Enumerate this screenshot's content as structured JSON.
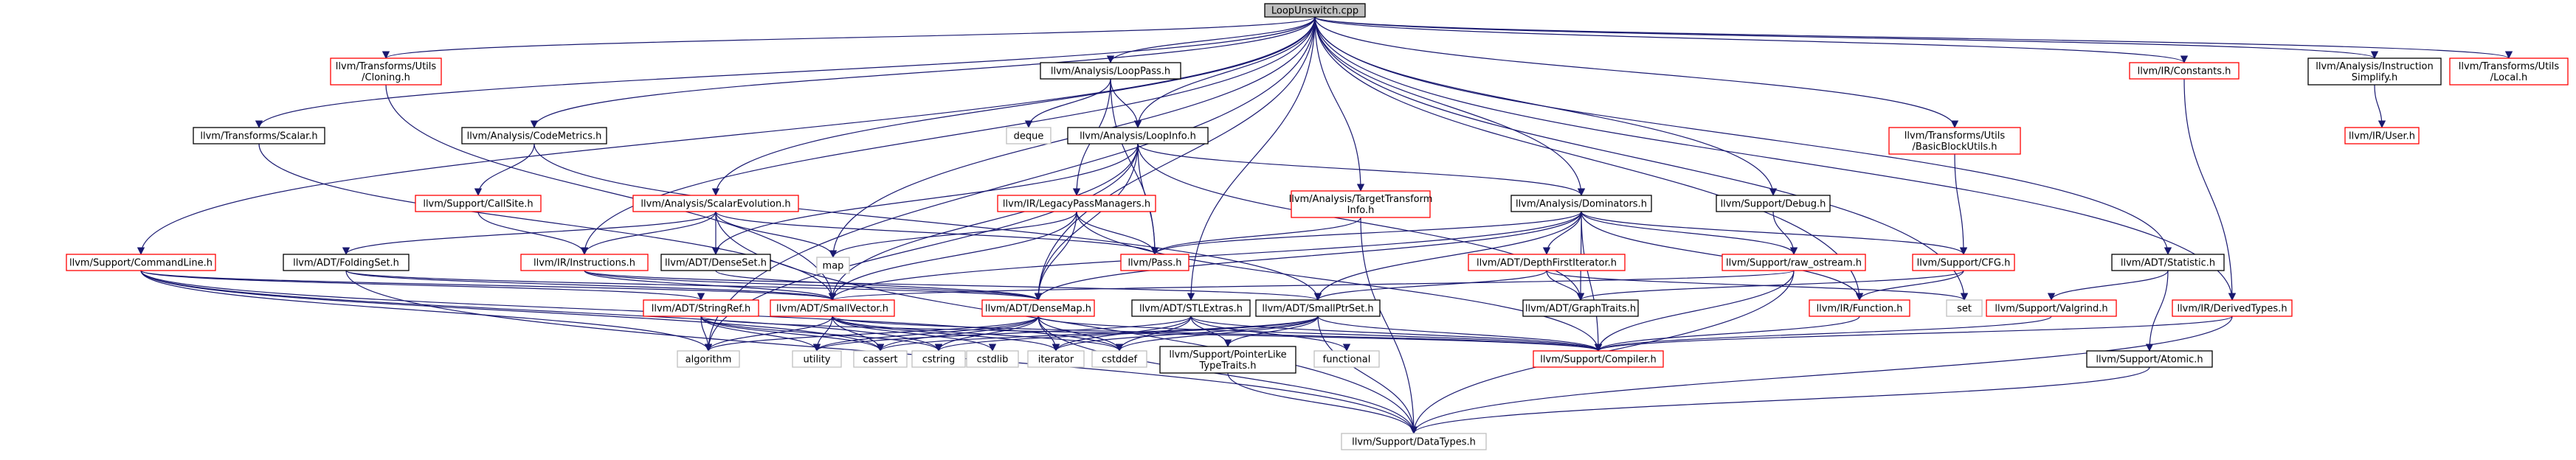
{
  "diagram": {
    "type": "include-dependency-graph",
    "colors": {
      "edge": "#191970",
      "root_fill": "#bfbfbf",
      "node_fill": "#ffffff",
      "border_default": "#000000",
      "border_red": "#ff0000",
      "border_gray": "#bfbfbf"
    },
    "nodes": [
      {
        "id": "n0",
        "lines": [
          "LoopUnswitch.cpp"
        ],
        "style": "root"
      },
      {
        "id": "n1",
        "lines": [
          "llvm/Transforms/Utils",
          "/Cloning.h"
        ],
        "style": "red"
      },
      {
        "id": "n2",
        "lines": [
          "llvm/Analysis/LoopPass.h"
        ],
        "style": "black"
      },
      {
        "id": "n3",
        "lines": [
          "llvm/IR/Constants.h"
        ],
        "style": "red"
      },
      {
        "id": "n4",
        "lines": [
          "llvm/Analysis/Instruction",
          "Simplify.h"
        ],
        "style": "black"
      },
      {
        "id": "n5",
        "lines": [
          "llvm/Transforms/Utils",
          "/Local.h"
        ],
        "style": "red"
      },
      {
        "id": "n6",
        "lines": [
          "llvm/Transforms/Scalar.h"
        ],
        "style": "black"
      },
      {
        "id": "n7",
        "lines": [
          "llvm/Analysis/CodeMetrics.h"
        ],
        "style": "black"
      },
      {
        "id": "n8",
        "lines": [
          "deque"
        ],
        "style": "gray"
      },
      {
        "id": "n9",
        "lines": [
          "llvm/Analysis/LoopInfo.h"
        ],
        "style": "black"
      },
      {
        "id": "n10",
        "lines": [
          "llvm/Transforms/Utils",
          "/BasicBlockUtils.h"
        ],
        "style": "red"
      },
      {
        "id": "n11",
        "lines": [
          "llvm/IR/User.h"
        ],
        "style": "red"
      },
      {
        "id": "n12",
        "lines": [
          "llvm/Support/CallSite.h"
        ],
        "style": "red"
      },
      {
        "id": "n13",
        "lines": [
          "llvm/IR/LegacyPassManagers.h"
        ],
        "style": "red"
      },
      {
        "id": "n14",
        "lines": [
          "llvm/Analysis/TargetTransform",
          "Info.h"
        ],
        "style": "red"
      },
      {
        "id": "n15",
        "lines": [
          "llvm/Support/Debug.h"
        ],
        "style": "black"
      },
      {
        "id": "n16",
        "lines": [
          "llvm/Analysis/ScalarEvolution.h"
        ],
        "style": "red"
      },
      {
        "id": "n17",
        "lines": [
          "llvm/Analysis/Dominators.h"
        ],
        "style": "black"
      },
      {
        "id": "n18",
        "lines": [
          "llvm/ADT/FoldingSet.h"
        ],
        "style": "black"
      },
      {
        "id": "n19",
        "lines": [
          "llvm/IR/Instructions.h"
        ],
        "style": "red"
      },
      {
        "id": "n20",
        "lines": [
          "llvm/ADT/DenseSet.h"
        ],
        "style": "black"
      },
      {
        "id": "n21",
        "lines": [
          "map"
        ],
        "style": "gray"
      },
      {
        "id": "n22",
        "lines": [
          "llvm/Pass.h"
        ],
        "style": "red"
      },
      {
        "id": "n23",
        "lines": [
          "llvm/ADT/DepthFirstIterator.h"
        ],
        "style": "red"
      },
      {
        "id": "n24",
        "lines": [
          "llvm/Support/raw_ostream.h"
        ],
        "style": "red"
      },
      {
        "id": "n25",
        "lines": [
          "llvm/Support/CFG.h"
        ],
        "style": "red"
      },
      {
        "id": "n26",
        "lines": [
          "llvm/ADT/Statistic.h"
        ],
        "style": "black"
      },
      {
        "id": "n27",
        "lines": [
          "llvm/Support/CommandLine.h"
        ],
        "style": "red"
      },
      {
        "id": "n28",
        "lines": [
          "llvm/ADT/SmallPtrSet.h"
        ],
        "style": "black"
      },
      {
        "id": "n29",
        "lines": [
          "llvm/ADT/GraphTraits.h"
        ],
        "style": "black"
      },
      {
        "id": "n30",
        "lines": [
          "llvm/IR/Function.h"
        ],
        "style": "red"
      },
      {
        "id": "n31",
        "lines": [
          "set"
        ],
        "style": "gray"
      },
      {
        "id": "n32",
        "lines": [
          "llvm/Support/Valgrind.h"
        ],
        "style": "red"
      },
      {
        "id": "n33",
        "lines": [
          "llvm/IR/DerivedTypes.h"
        ],
        "style": "red"
      },
      {
        "id": "n34",
        "lines": [
          "llvm/ADT/StringRef.h"
        ],
        "style": "red"
      },
      {
        "id": "n35",
        "lines": [
          "llvm/ADT/SmallVector.h"
        ],
        "style": "red"
      },
      {
        "id": "n36",
        "lines": [
          "llvm/ADT/DenseMap.h"
        ],
        "style": "red"
      },
      {
        "id": "n37",
        "lines": [
          "llvm/ADT/STLExtras.h"
        ],
        "style": "black"
      },
      {
        "id": "n38",
        "lines": [
          "algorithm"
        ],
        "style": "gray"
      },
      {
        "id": "n39",
        "lines": [
          "utility"
        ],
        "style": "gray"
      },
      {
        "id": "n40",
        "lines": [
          "cassert"
        ],
        "style": "gray"
      },
      {
        "id": "n41",
        "lines": [
          "cstring"
        ],
        "style": "gray"
      },
      {
        "id": "n42",
        "lines": [
          "cstdlib"
        ],
        "style": "gray"
      },
      {
        "id": "n43",
        "lines": [
          "iterator"
        ],
        "style": "gray"
      },
      {
        "id": "n44",
        "lines": [
          "cstddef"
        ],
        "style": "gray"
      },
      {
        "id": "n45",
        "lines": [
          "llvm/Support/PointerLike",
          "TypeTraits.h"
        ],
        "style": "black"
      },
      {
        "id": "n46",
        "lines": [
          "functional"
        ],
        "style": "gray"
      },
      {
        "id": "n47",
        "lines": [
          "llvm/Support/Compiler.h"
        ],
        "style": "red"
      },
      {
        "id": "n48",
        "lines": [
          "llvm/Support/Atomic.h"
        ],
        "style": "black"
      },
      {
        "id": "n49",
        "lines": [
          "llvm/Support/DataTypes.h"
        ],
        "style": "gray"
      }
    ],
    "edges": [
      [
        "n0",
        "n1"
      ],
      [
        "n0",
        "n2"
      ],
      [
        "n0",
        "n3"
      ],
      [
        "n0",
        "n4"
      ],
      [
        "n0",
        "n5"
      ],
      [
        "n0",
        "n6"
      ],
      [
        "n0",
        "n7"
      ],
      [
        "n0",
        "n9"
      ],
      [
        "n0",
        "n10"
      ],
      [
        "n0",
        "n14"
      ],
      [
        "n0",
        "n15"
      ],
      [
        "n0",
        "n16"
      ],
      [
        "n0",
        "n17"
      ],
      [
        "n0",
        "n19"
      ],
      [
        "n0",
        "n26"
      ],
      [
        "n0",
        "n27"
      ],
      [
        "n0",
        "n30"
      ],
      [
        "n0",
        "n33"
      ],
      [
        "n0",
        "n21"
      ],
      [
        "n0",
        "n31"
      ],
      [
        "n0",
        "n38"
      ],
      [
        "n0",
        "n36"
      ],
      [
        "n0",
        "n37"
      ],
      [
        "n1",
        "n35"
      ],
      [
        "n2",
        "n8"
      ],
      [
        "n2",
        "n9"
      ],
      [
        "n2",
        "n13"
      ],
      [
        "n2",
        "n22"
      ],
      [
        "n3",
        "n33"
      ],
      [
        "n4",
        "n11"
      ],
      [
        "n6",
        "n35"
      ],
      [
        "n7",
        "n12"
      ],
      [
        "n7",
        "n28"
      ],
      [
        "n9",
        "n17"
      ],
      [
        "n9",
        "n20"
      ],
      [
        "n9",
        "n22"
      ],
      [
        "n9",
        "n29"
      ],
      [
        "n9",
        "n35"
      ],
      [
        "n9",
        "n36"
      ],
      [
        "n9",
        "n38"
      ],
      [
        "n10",
        "n25"
      ],
      [
        "n12",
        "n19"
      ],
      [
        "n13",
        "n21"
      ],
      [
        "n13",
        "n22"
      ],
      [
        "n13",
        "n36"
      ],
      [
        "n13",
        "n35"
      ],
      [
        "n13",
        "n47"
      ],
      [
        "n14",
        "n22"
      ],
      [
        "n14",
        "n49"
      ],
      [
        "n15",
        "n24"
      ],
      [
        "n16",
        "n18"
      ],
      [
        "n16",
        "n19"
      ],
      [
        "n16",
        "n20"
      ],
      [
        "n16",
        "n21"
      ],
      [
        "n16",
        "n22"
      ],
      [
        "n16",
        "n49"
      ],
      [
        "n17",
        "n22"
      ],
      [
        "n17",
        "n23"
      ],
      [
        "n17",
        "n24"
      ],
      [
        "n17",
        "n25"
      ],
      [
        "n17",
        "n29"
      ],
      [
        "n17",
        "n30"
      ],
      [
        "n17",
        "n28"
      ],
      [
        "n17",
        "n35"
      ],
      [
        "n17",
        "n36"
      ],
      [
        "n17",
        "n47"
      ],
      [
        "n18",
        "n35"
      ],
      [
        "n18",
        "n36"
      ],
      [
        "n18",
        "n49"
      ],
      [
        "n19",
        "n28"
      ],
      [
        "n19",
        "n35"
      ],
      [
        "n19",
        "n36"
      ],
      [
        "n20",
        "n36"
      ],
      [
        "n23",
        "n28"
      ],
      [
        "n23",
        "n29"
      ],
      [
        "n23",
        "n31"
      ],
      [
        "n24",
        "n35"
      ],
      [
        "n24",
        "n47"
      ],
      [
        "n24",
        "n49"
      ],
      [
        "n25",
        "n29"
      ],
      [
        "n25",
        "n30"
      ],
      [
        "n26",
        "n32"
      ],
      [
        "n26",
        "n48"
      ],
      [
        "n27",
        "n34"
      ],
      [
        "n27",
        "n35"
      ],
      [
        "n27",
        "n38"
      ],
      [
        "n27",
        "n40"
      ],
      [
        "n27",
        "n41"
      ],
      [
        "n27",
        "n44"
      ],
      [
        "n28",
        "n40"
      ],
      [
        "n28",
        "n41"
      ],
      [
        "n28",
        "n43"
      ],
      [
        "n28",
        "n44"
      ],
      [
        "n28",
        "n45"
      ],
      [
        "n28",
        "n47"
      ],
      [
        "n28",
        "n49"
      ],
      [
        "n30",
        "n47"
      ],
      [
        "n32",
        "n47"
      ],
      [
        "n33",
        "n47"
      ],
      [
        "n33",
        "n49"
      ],
      [
        "n34",
        "n38"
      ],
      [
        "n34",
        "n39"
      ],
      [
        "n34",
        "n40"
      ],
      [
        "n34",
        "n41"
      ],
      [
        "n34",
        "n47"
      ],
      [
        "n35",
        "n38"
      ],
      [
        "n35",
        "n39"
      ],
      [
        "n35",
        "n40"
      ],
      [
        "n35",
        "n42"
      ],
      [
        "n35",
        "n43"
      ],
      [
        "n35",
        "n44"
      ],
      [
        "n35",
        "n47"
      ],
      [
        "n36",
        "n38"
      ],
      [
        "n36",
        "n39"
      ],
      [
        "n36",
        "n40"
      ],
      [
        "n36",
        "n41"
      ],
      [
        "n36",
        "n43"
      ],
      [
        "n36",
        "n44"
      ],
      [
        "n36",
        "n47"
      ],
      [
        "n36",
        "n49"
      ],
      [
        "n37",
        "n39"
      ],
      [
        "n37",
        "n43"
      ],
      [
        "n37",
        "n44"
      ],
      [
        "n37",
        "n46"
      ],
      [
        "n37",
        "n47"
      ],
      [
        "n37",
        "n45"
      ],
      [
        "n45",
        "n49"
      ],
      [
        "n48",
        "n49"
      ]
    ]
  }
}
